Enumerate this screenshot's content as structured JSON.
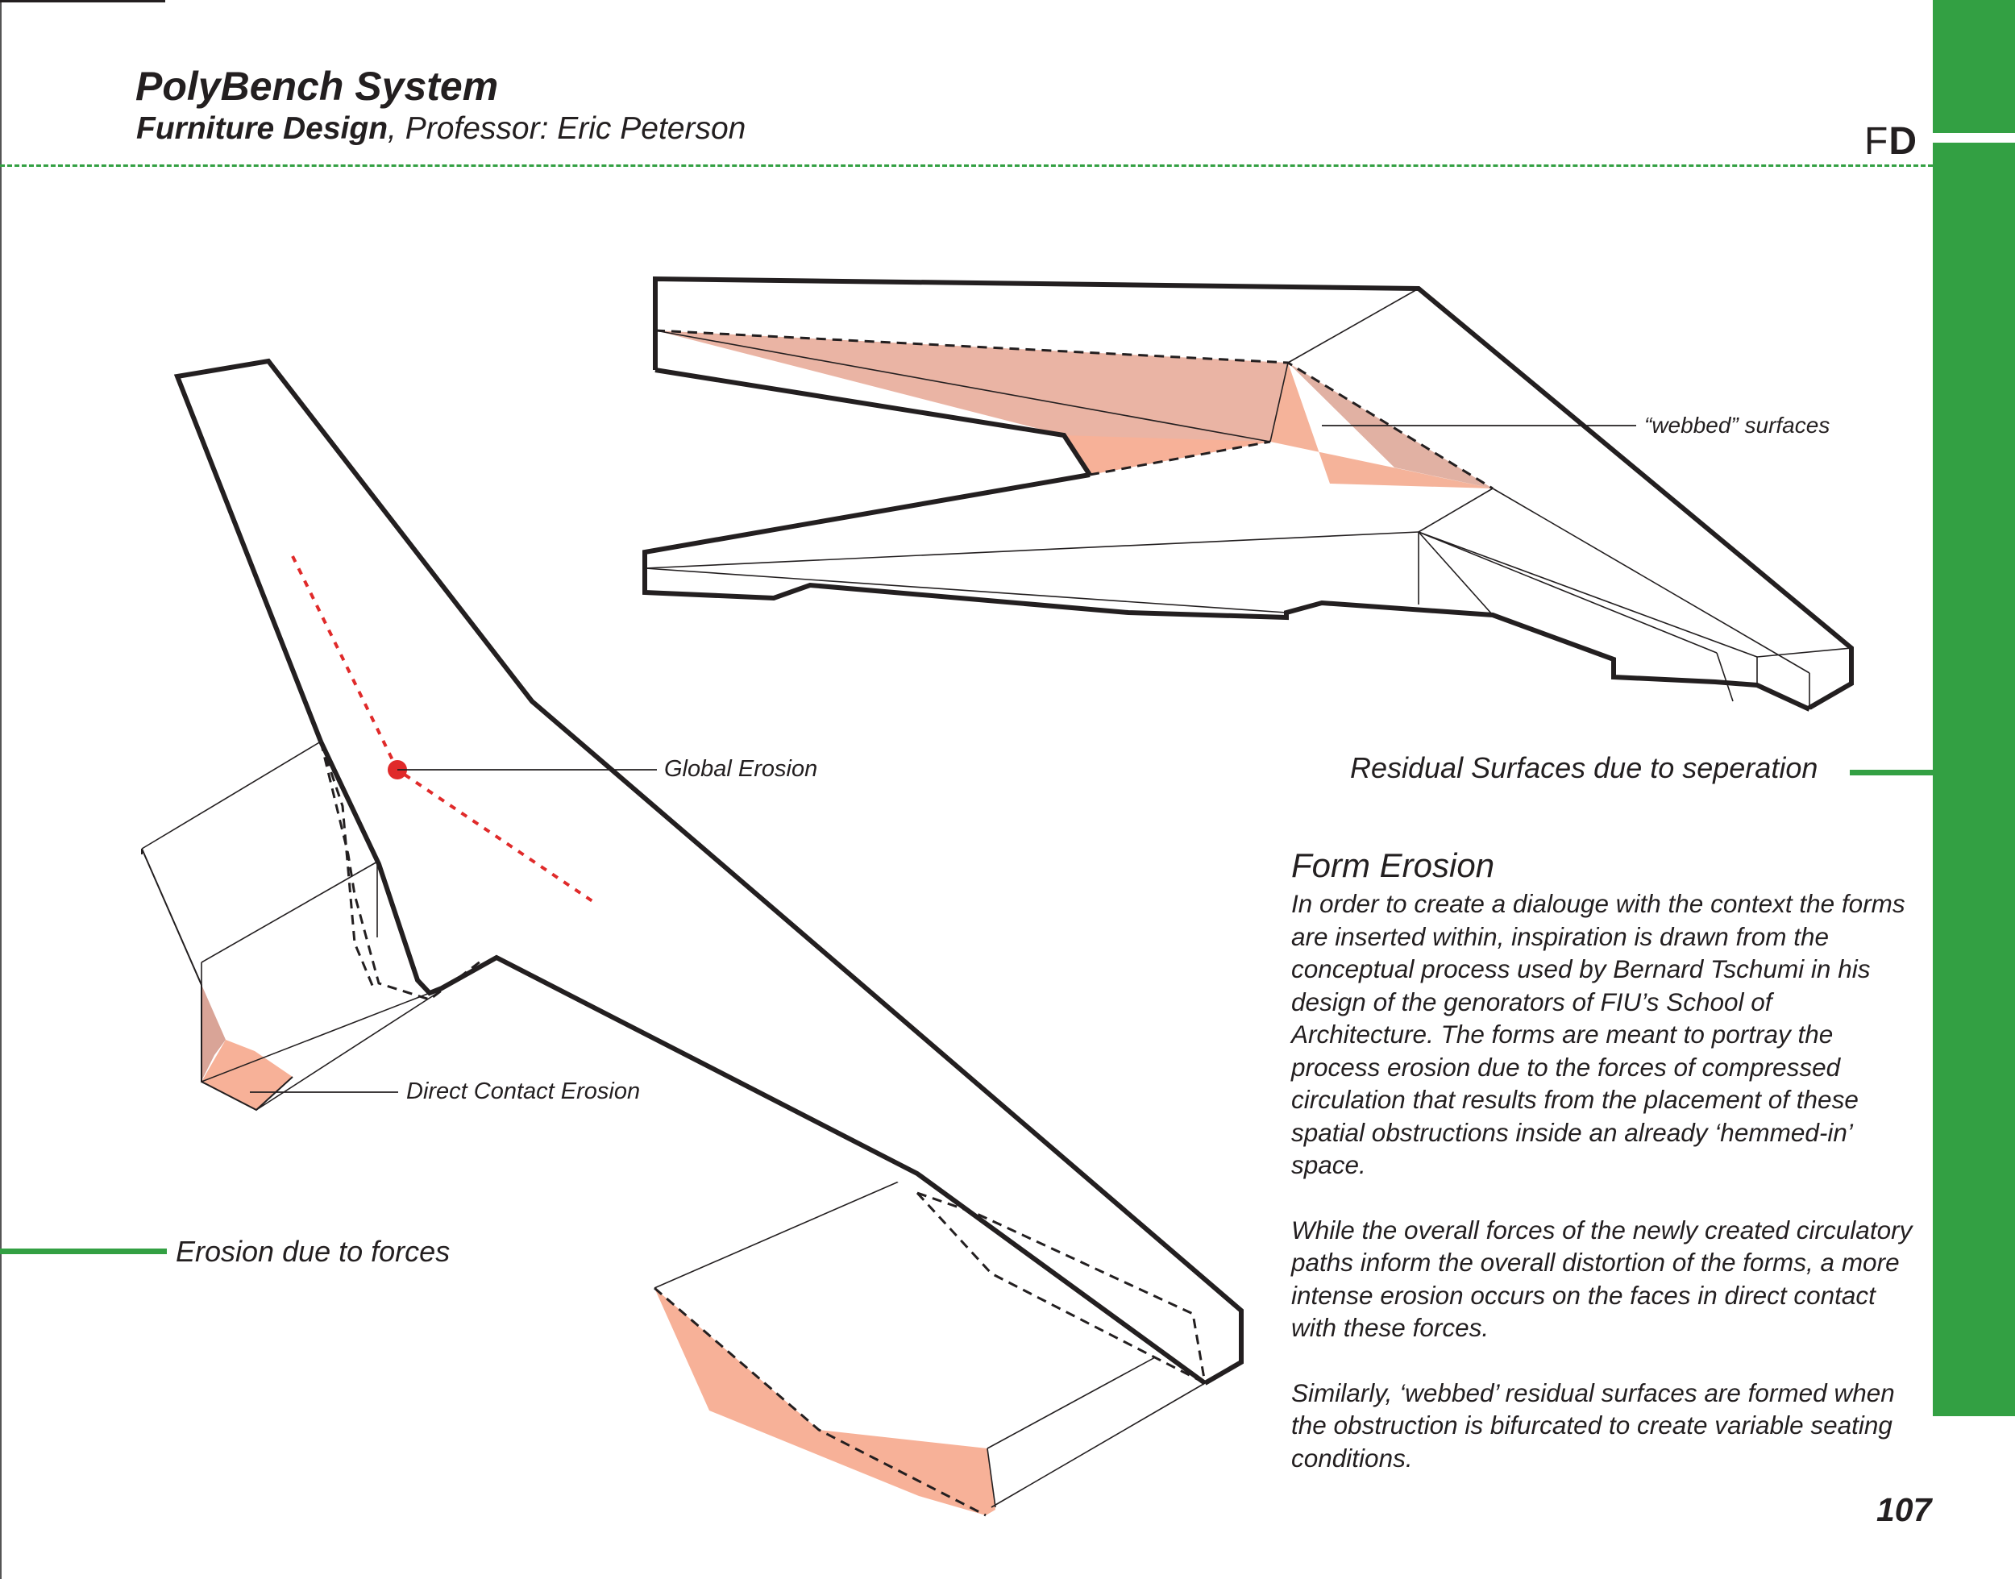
{
  "header": {
    "title": "PolyBench System",
    "course_name": "Furniture Design",
    "course_suffix": ", Professor: Eric Peterson",
    "logo_light": "F",
    "logo_bold": "D"
  },
  "diagram_labels": {
    "webbed": "“webbed” surfaces",
    "residual": "Residual Surfaces due to seperation",
    "global_erosion": "Global Erosion",
    "direct_contact": "Direct Contact Erosion",
    "erosion_forces": "Erosion due to forces"
  },
  "article": {
    "heading": "Form Erosion",
    "paragraphs": [
      "In order to create a dialouge with the context the forms are inserted within, inspiration is drawn from the conceptual process used by Bernard Tschumi in his design of the genorators of FIU’s School of Architecture. The forms are meant to portray the process erosion due to the forces of compressed circulation that results from the placement of these spatial obstructions inside an already ‘hemmed-in’ space.",
      "While the overall forces of the newly created circulatory paths inform the overall distortion of the forms, a more intense erosion occurs on the faces in direct contact with these forces.",
      "Similarly, ‘webbed’ residual surfaces are formed when the obstruction is bifurcated to create variable seating conditions."
    ]
  },
  "page_number": "107",
  "colors": {
    "accent_green": "#33a043",
    "erosion_fill": "#f4a98d",
    "erosion_fill_dark": "#d9a497",
    "marker_red": "#e02a2a",
    "ink": "#231f20"
  }
}
